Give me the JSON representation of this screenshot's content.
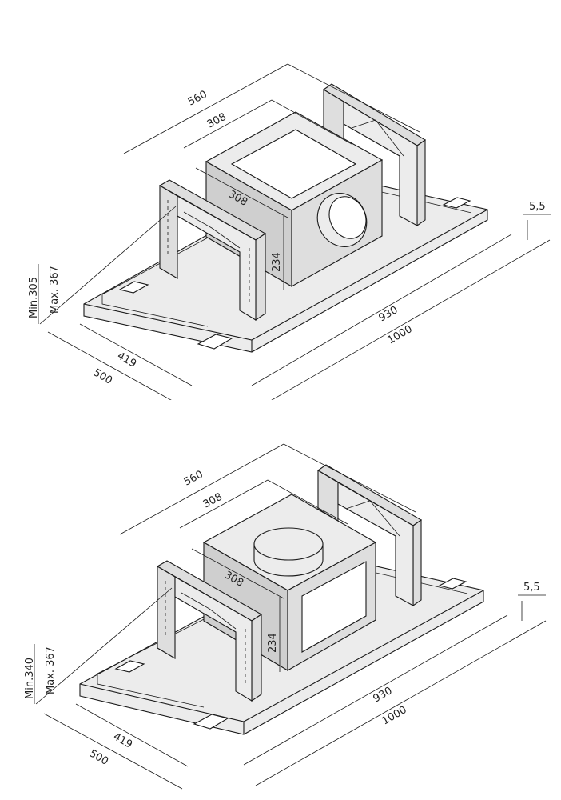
{
  "figures": [
    {
      "label": "top-variant",
      "dims": {
        "d560": "560",
        "d308a": "308",
        "d308b": "308",
        "d234": "234",
        "dmin": "Min.305",
        "dmax": "Max. 367",
        "d55": "5,5",
        "d930": "930",
        "d1000": "1000",
        "d419": "419",
        "d500": "500"
      },
      "outlet": "side-round"
    },
    {
      "label": "bottom-variant",
      "dims": {
        "d560": "560",
        "d308a": "308",
        "d308b": "308",
        "d234": "234",
        "dmin": "Min.340",
        "dmax": "Max. 367",
        "d55": "5,5",
        "d930": "930",
        "d1000": "1000",
        "d419": "419",
        "d500": "500"
      },
      "outlet": "top-round"
    }
  ]
}
